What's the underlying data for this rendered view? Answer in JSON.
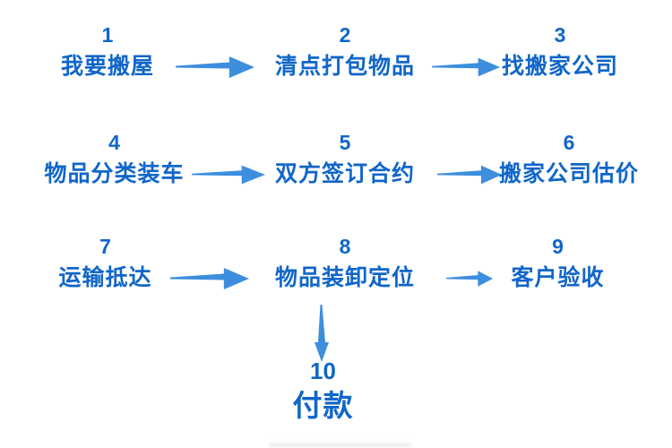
{
  "flowchart": {
    "type": "process-flow",
    "language": "zh",
    "topic": "moving-house-process",
    "colors": {
      "step_text": "#1066C9",
      "arrow": "#3E8EDE",
      "background": "#FFFFFF"
    },
    "steps": [
      {
        "number": "1",
        "label": "我要搬屋"
      },
      {
        "number": "2",
        "label": "清点打包物品"
      },
      {
        "number": "3",
        "label": "找搬家公司"
      },
      {
        "number": "4",
        "label": "物品分类装车"
      },
      {
        "number": "5",
        "label": "双方签订合约"
      },
      {
        "number": "6",
        "label": "搬家公司估价"
      },
      {
        "number": "7",
        "label": "运输抵达"
      },
      {
        "number": "8",
        "label": "物品装卸定位"
      },
      {
        "number": "9",
        "label": "客户验收"
      },
      {
        "number": "10",
        "label": "付款"
      }
    ],
    "connections": [
      {
        "from": "1",
        "to": "2",
        "direction": "right"
      },
      {
        "from": "2",
        "to": "3",
        "direction": "right"
      },
      {
        "from": "4",
        "to": "5",
        "direction": "right"
      },
      {
        "from": "5",
        "to": "6",
        "direction": "right"
      },
      {
        "from": "7",
        "to": "8",
        "direction": "right"
      },
      {
        "from": "8",
        "to": "9",
        "direction": "right"
      },
      {
        "from": "8",
        "to": "10",
        "direction": "down"
      }
    ]
  }
}
